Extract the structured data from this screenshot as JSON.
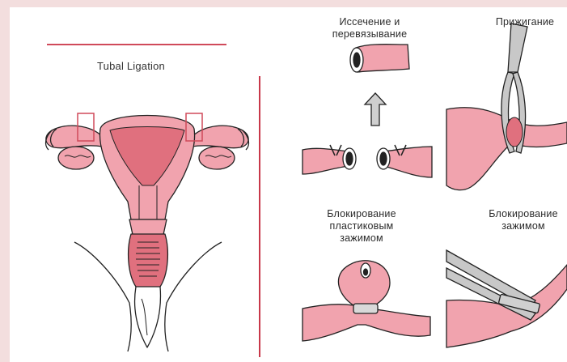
{
  "title": "Tubal Ligation",
  "panels": {
    "excision": {
      "line1": "Иссечение и",
      "line2": "перевязывание"
    },
    "cautery": {
      "line1": "Прижигание"
    },
    "plastic_clamp": {
      "line1": "Блокирование",
      "line2": "пластиковым",
      "line3": "зажимом"
    },
    "clip": {
      "line1": "Блокирование",
      "line2": "зажимом"
    }
  },
  "colors": {
    "tissue": "#f1a3ae",
    "tissue_dark": "#e0707e",
    "marker": "#d04a5a",
    "divider": "#c8384a",
    "outline": "#222222",
    "instrument": "#c8c8c8"
  }
}
